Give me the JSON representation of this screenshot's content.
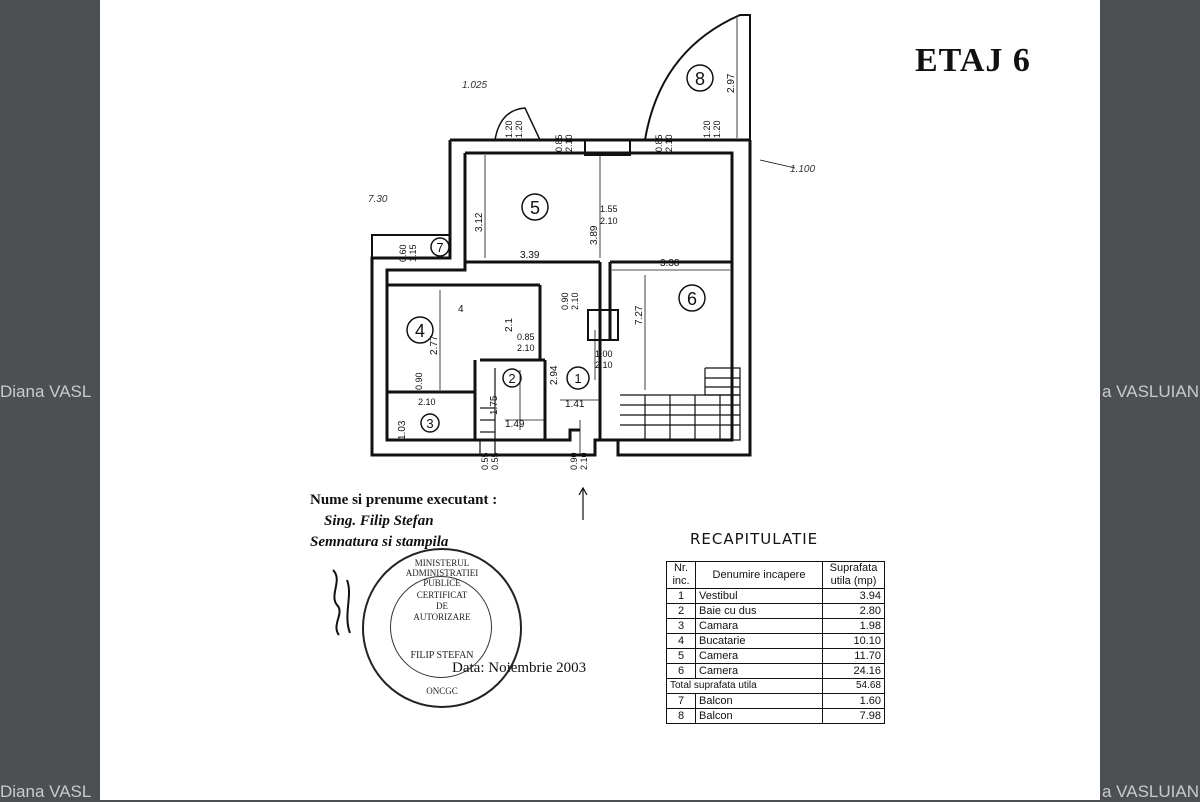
{
  "watermark": {
    "left_text": "Diana VASL",
    "right_text": "a VASLUIAN"
  },
  "document": {
    "floor_title": "ETAJ 6",
    "plan": {
      "rooms": [
        {
          "nr": "1",
          "label": "1"
        },
        {
          "nr": "2",
          "label": "2"
        },
        {
          "nr": "3",
          "label": "3"
        },
        {
          "nr": "4",
          "label": "4"
        },
        {
          "nr": "5",
          "label": "5"
        },
        {
          "nr": "6",
          "label": "6"
        },
        {
          "nr": "7",
          "label": "7"
        },
        {
          "nr": "8",
          "label": "8"
        }
      ],
      "dimensions": {
        "d1": "3.39",
        "d2": "3.38",
        "d3": "3.12",
        "d4": "3.89",
        "d5": "7.27",
        "d6": "2.77",
        "d7": "2.94",
        "d8": "1.41",
        "d9": "1.49",
        "d10": "1.75",
        "d11": "2.97",
        "d12": "1.03",
        "d13": "2.1",
        "d14": "4"
      },
      "openings": {
        "o1": "1.20",
        "o1b": "1.20",
        "o2": "0.85",
        "o2b": "2.10",
        "o3": "0.85",
        "o3b": "2.10",
        "o4": "1.20",
        "o4b": "1.20",
        "o5": "1.55",
        "o5b": "2.10",
        "o6": "0.60",
        "o6b": "1.15",
        "o7": "0.85",
        "o7b": "2.10",
        "o8": "0.90",
        "o8b": "2.10",
        "o9": "1.00",
        "o9b": "2.10",
        "o10": "0.55",
        "o10b": "0.55",
        "o11": "0.90",
        "o11b": "2.10",
        "o12": "0.90",
        "o12b": "2.10"
      },
      "annotations": {
        "a1": "1.025",
        "a2": "1.100",
        "a3": "7.30"
      }
    },
    "executant": {
      "line1": "Nume si prenume executant :",
      "line2": "Sing. Filip Stefan",
      "line3": "Semnatura si stampila"
    },
    "stamp": {
      "outer_text": "MINISTERUL ADMINISTRATIEI PUBLICE",
      "inner_line1": "CERTIFICAT",
      "inner_line2": "DE",
      "inner_line3": "AUTORIZARE",
      "name": "FILIP STEFAN",
      "bottom": "ONCGC"
    },
    "date_text": "Data: Noiembrie 2003",
    "recap": {
      "title": "RECAPITULATIE",
      "headers": {
        "nr": "Nr. inc.",
        "name": "Denumire incapere",
        "area": "Suprafata utila (mp)"
      },
      "rows": [
        {
          "nr": "1",
          "name": "Vestibul",
          "area": "3.94"
        },
        {
          "nr": "2",
          "name": "Baie cu dus",
          "area": "2.80"
        },
        {
          "nr": "3",
          "name": "Camara",
          "area": "1.98"
        },
        {
          "nr": "4",
          "name": "Bucatarie",
          "area": "10.10"
        },
        {
          "nr": "5",
          "name": "Camera",
          "area": "11.70"
        },
        {
          "nr": "6",
          "name": "Camera",
          "area": "24.16"
        }
      ],
      "total": {
        "name": "Total suprafata utila",
        "area": "54.68"
      },
      "extra_rows": [
        {
          "nr": "7",
          "name": "Balcon",
          "area": "1.60"
        },
        {
          "nr": "8",
          "name": "Balcon",
          "area": "7.98"
        }
      ]
    }
  }
}
